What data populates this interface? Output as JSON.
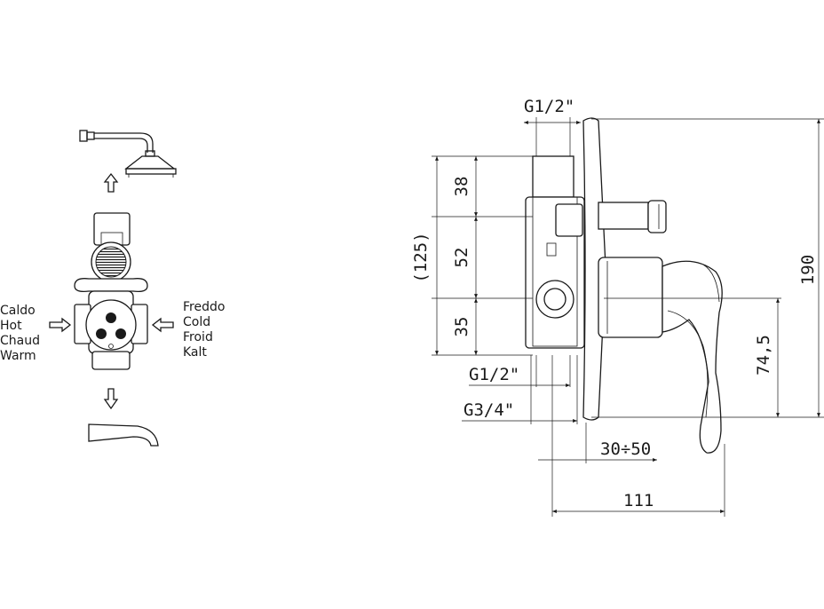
{
  "inlet_left_labels": [
    "Caldo",
    "Hot",
    "Chaud",
    "Warm"
  ],
  "inlet_right_labels": [
    "Freddo",
    "Cold",
    "Froid",
    "Kalt"
  ],
  "dimensions": {
    "top_thread": "G1/2\"",
    "overall_height_ref": "(125)",
    "seg_top": "38",
    "seg_mid": "52",
    "seg_bottom": "35",
    "inlet_thread": "G1/2\"",
    "outlet_thread": "G3/4\"",
    "wall_depth": "30÷50",
    "total_depth": "111",
    "plate_height": "190",
    "handle_height": "74,5"
  }
}
